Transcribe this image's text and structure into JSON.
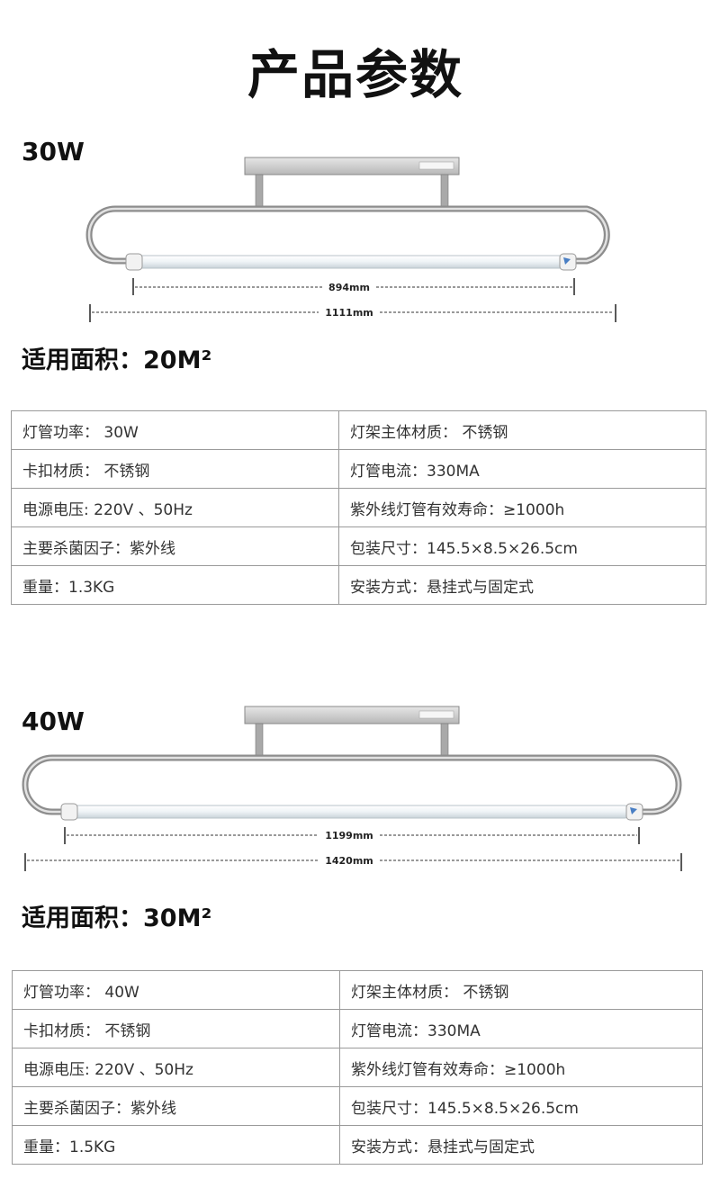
{
  "page_title": "产品参数",
  "models": [
    {
      "label": "30W",
      "inner_dim": "894mm",
      "outer_dim": "1111mm",
      "area": "适用面积：20M²",
      "specs": [
        [
          "灯管功率： 30W",
          "灯架主体材质： 不锈钢"
        ],
        [
          "卡扣材质： 不锈钢",
          "灯管电流：330MA"
        ],
        [
          "电源电压: 220V 、50Hz",
          "紫外线灯管有效寿命：≥1000h"
        ],
        [
          "主要杀菌因子：紫外线",
          "包装尺寸：145.5×8.5×26.5cm"
        ],
        [
          "重量：1.3KG",
          "安装方式：悬挂式与固定式"
        ]
      ]
    },
    {
      "label": "40W",
      "inner_dim": "1199mm",
      "outer_dim": "1420mm",
      "area": "适用面积：30M²",
      "specs": [
        [
          "灯管功率： 40W",
          "灯架主体材质： 不锈钢"
        ],
        [
          "卡扣材质： 不锈钢",
          "灯管电流：330MA"
        ],
        [
          "电源电压: 220V 、50Hz",
          "紫外线灯管有效寿命：≥1000h"
        ],
        [
          "主要杀菌因子：紫外线",
          "包装尺寸：145.5×8.5×26.5cm"
        ],
        [
          "重量：1.5KG",
          "安装方式：悬挂式与固定式"
        ]
      ]
    }
  ]
}
